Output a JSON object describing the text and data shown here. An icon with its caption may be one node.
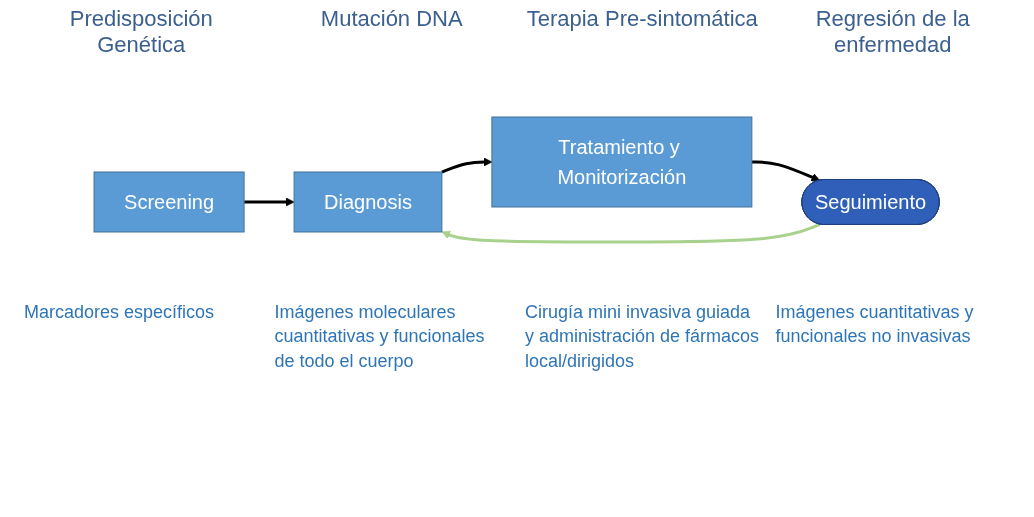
{
  "diagram": {
    "nodes": [
      {
        "text": [
          "Screening"
        ]
      },
      {
        "text": [
          "Diagnosis"
        ]
      },
      {
        "text": [
          "Tratamiento y Monitorización"
        ]
      },
      {
        "text": [
          "Seguimiento"
        ]
      }
    ],
    "edges": [
      {
        "from": 0,
        "to": 1,
        "arrow": "to"
      },
      {
        "from": 1,
        "to": 2,
        "arrow": "to"
      },
      {
        "from": 2,
        "to": 3,
        "arrow": "to"
      },
      {
        "from": 3,
        "to": 1,
        "arrow": "to",
        "color": "#a9d18e"
      }
    ],
    "labels": [
      "Predisposición Genética",
      "Mutación DNA",
      "Terapia Pre-sintomática",
      "Regresión de la enfermedad",
      "Marcadores específicos",
      "Imágenes moleculares cuantitativas y funcionales de todo el cuerpo",
      "Cirugía mini invasiva guiada y administración de fármacos local/dirigidos",
      "Imágenes cuantitativas y funcionales no invasivas"
    ]
  }
}
